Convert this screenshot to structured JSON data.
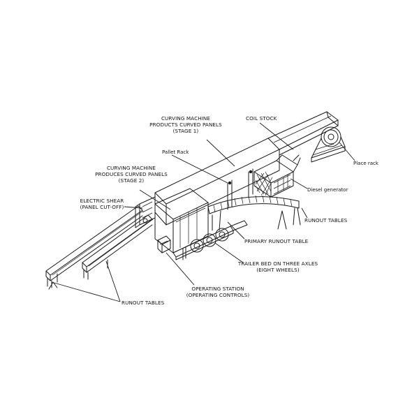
{
  "labels": {
    "coil_stock": "COIL STOCK",
    "curving_stage1": [
      "CURVING MACHINE",
      "PRODUCTS CURVED PANELS",
      "(STAGE 1)"
    ],
    "pallet_rack": "Pallet Rack",
    "curving_stage2": [
      "CURVING MACHINE",
      "PRODUCES CURVED PANELS",
      "(STAGE 2)"
    ],
    "electric_shear": [
      "ELECTRIC SHEAR",
      "(PANEL CUT-OFF)"
    ],
    "place_rack": "Place rack",
    "diesel_generator": "Diesel generator",
    "runout_tables_right": "RUNOUT TABLES",
    "primary_runout_table": "PRIMARY RUNOUT TABLE",
    "trailer_bed": [
      "TRAILER BED ON THREE AXLES",
      "(EIGHT WHEELS)"
    ],
    "operating_station": [
      "OPERATING STATION",
      "(OPERATING CONTROLS)"
    ],
    "runout_tables_left": "RUNOUT TABLES"
  }
}
